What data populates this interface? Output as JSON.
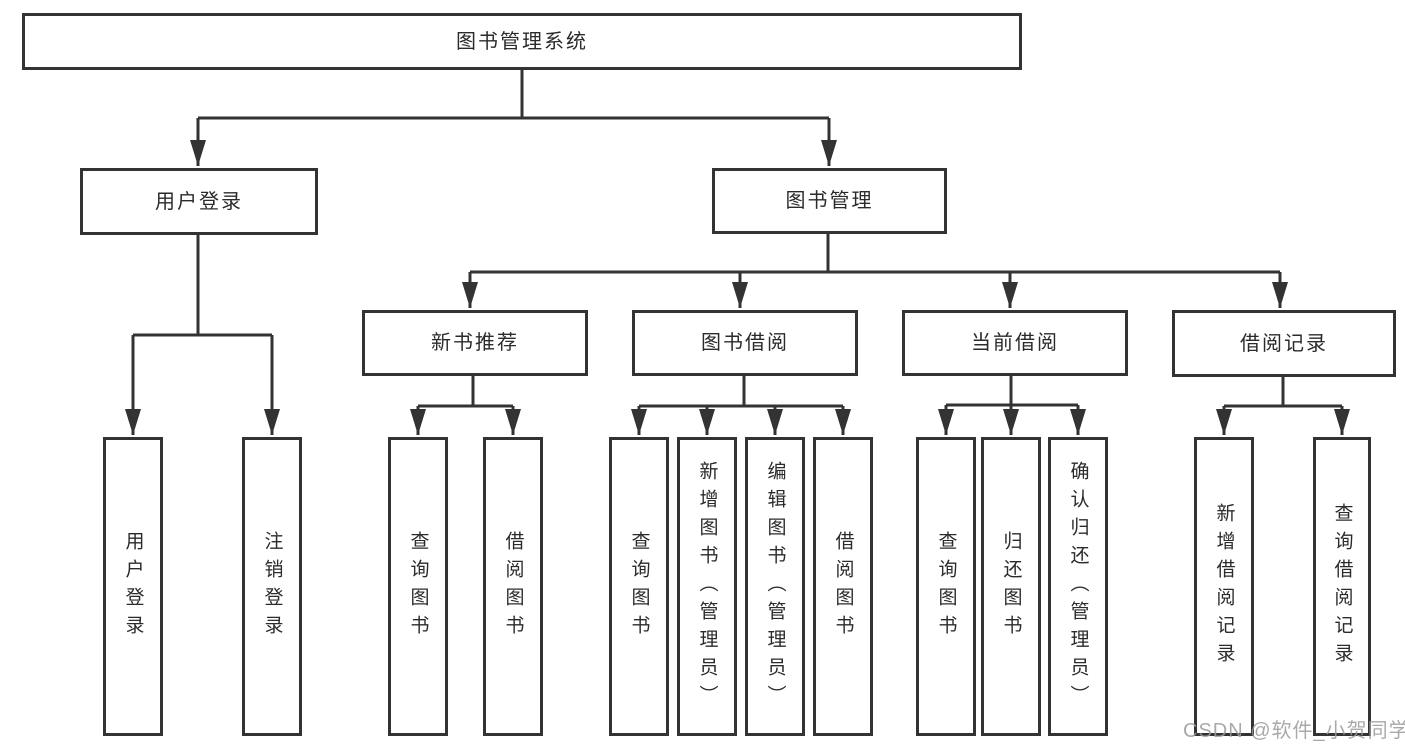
{
  "diagram": {
    "watermark": "CSDN @软件_小贺同学",
    "tree": {
      "label": "图书管理系统",
      "children": [
        {
          "label": "用户登录",
          "children": [
            {
              "label": "用户登录"
            },
            {
              "label": "注销登录"
            }
          ]
        },
        {
          "label": "图书管理",
          "children": [
            {
              "label": "新书推荐",
              "children": [
                {
                  "label": "查询图书"
                },
                {
                  "label": "借阅图书"
                }
              ]
            },
            {
              "label": "图书借阅",
              "children": [
                {
                  "label": "查询图书"
                },
                {
                  "label": "新增图书（管理员）"
                },
                {
                  "label": "编辑图书（管理员）"
                },
                {
                  "label": "借阅图书"
                }
              ]
            },
            {
              "label": "当前借阅",
              "children": [
                {
                  "label": "查询图书"
                },
                {
                  "label": "归还图书"
                },
                {
                  "label": "确认归还（管理员）"
                }
              ]
            },
            {
              "label": "借阅记录",
              "children": [
                {
                  "label": "新增借阅记录"
                },
                {
                  "label": "查询借阅记录"
                }
              ]
            }
          ]
        }
      ]
    },
    "colors": {
      "line": "#333333",
      "text": "#2b2b2b",
      "background": "#ffffff",
      "watermark": "#9b9b9b"
    }
  }
}
